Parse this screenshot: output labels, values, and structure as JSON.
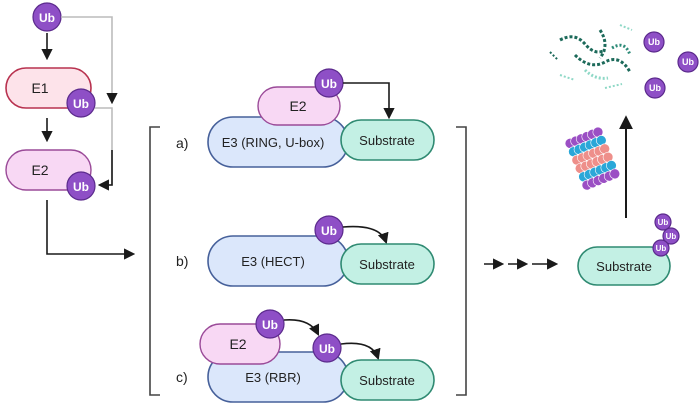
{
  "colors": {
    "ub_fill": "#8e4fc6",
    "ub_stroke": "#5b2a8c",
    "e1_fill": "#fde3ea",
    "e1_stroke": "#b8324f",
    "e2_fill": "#f8d8f4",
    "e2_stroke": "#9a4a98",
    "e3_fill": "#dbe7fb",
    "e3_stroke": "#46609a",
    "substrate_fill": "#c3f0e4",
    "substrate_stroke": "#2f8a72",
    "arrow": "#1a1a1a",
    "proteasome_purple": "#9b4fc4",
    "proteasome_cyan": "#2aa7d8",
    "proteasome_salmon": "#ee8f8a",
    "peptide_teal": "#1c6a5a"
  },
  "ub_label": "Ub",
  "cascade": {
    "e1_label": "E1",
    "e2_label": "E2"
  },
  "panels": [
    {
      "letter": "a)",
      "e3_label": "E3 (RING, U-box)",
      "e2_label": "E2",
      "substrate_label": "Substrate"
    },
    {
      "letter": "b)",
      "e3_label": "E3 (HECT)",
      "substrate_label": "Substrate"
    },
    {
      "letter": "c)",
      "e3_label": "E3 (RBR)",
      "e2_label": "E2",
      "substrate_label": "Substrate"
    }
  ],
  "result": {
    "substrate_label": "Substrate"
  }
}
